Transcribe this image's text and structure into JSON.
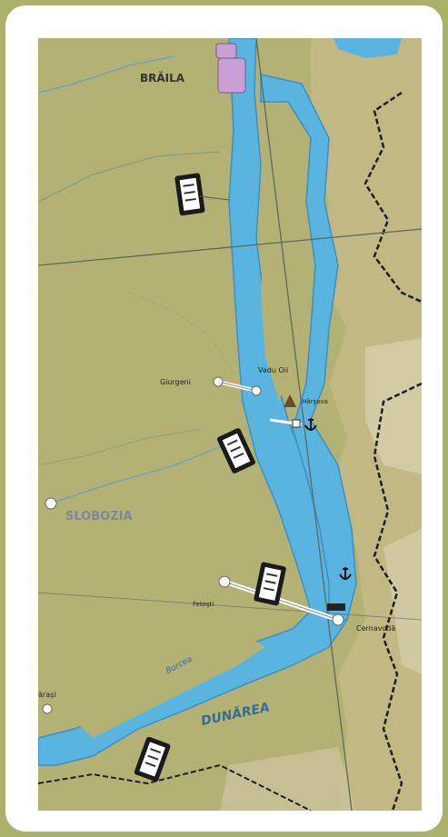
{
  "map": {
    "places": {
      "braila": "BRĂILA",
      "slobozia": "SLOBOZIA",
      "giurgeni": "Giurgeni",
      "vadu_oii": "Vadu Oii",
      "harsova": "Hârşova",
      "fetesti": "Feteşti",
      "cernavoda": "Cernavodă",
      "calarasi_partial": "ărași"
    },
    "rivers": {
      "danube": "DUNĂREA",
      "borcea": "Borcea"
    },
    "colors": {
      "land": "#b3b274",
      "water": "#5ab4e0",
      "water_edge": "#3d8fc2",
      "hills": "#c8b889",
      "border": "#1f1f1f"
    },
    "icons": [
      "bridge-icon",
      "anchor-icon",
      "port-icon",
      "mountain-pass-icon",
      "city-icon"
    ]
  }
}
